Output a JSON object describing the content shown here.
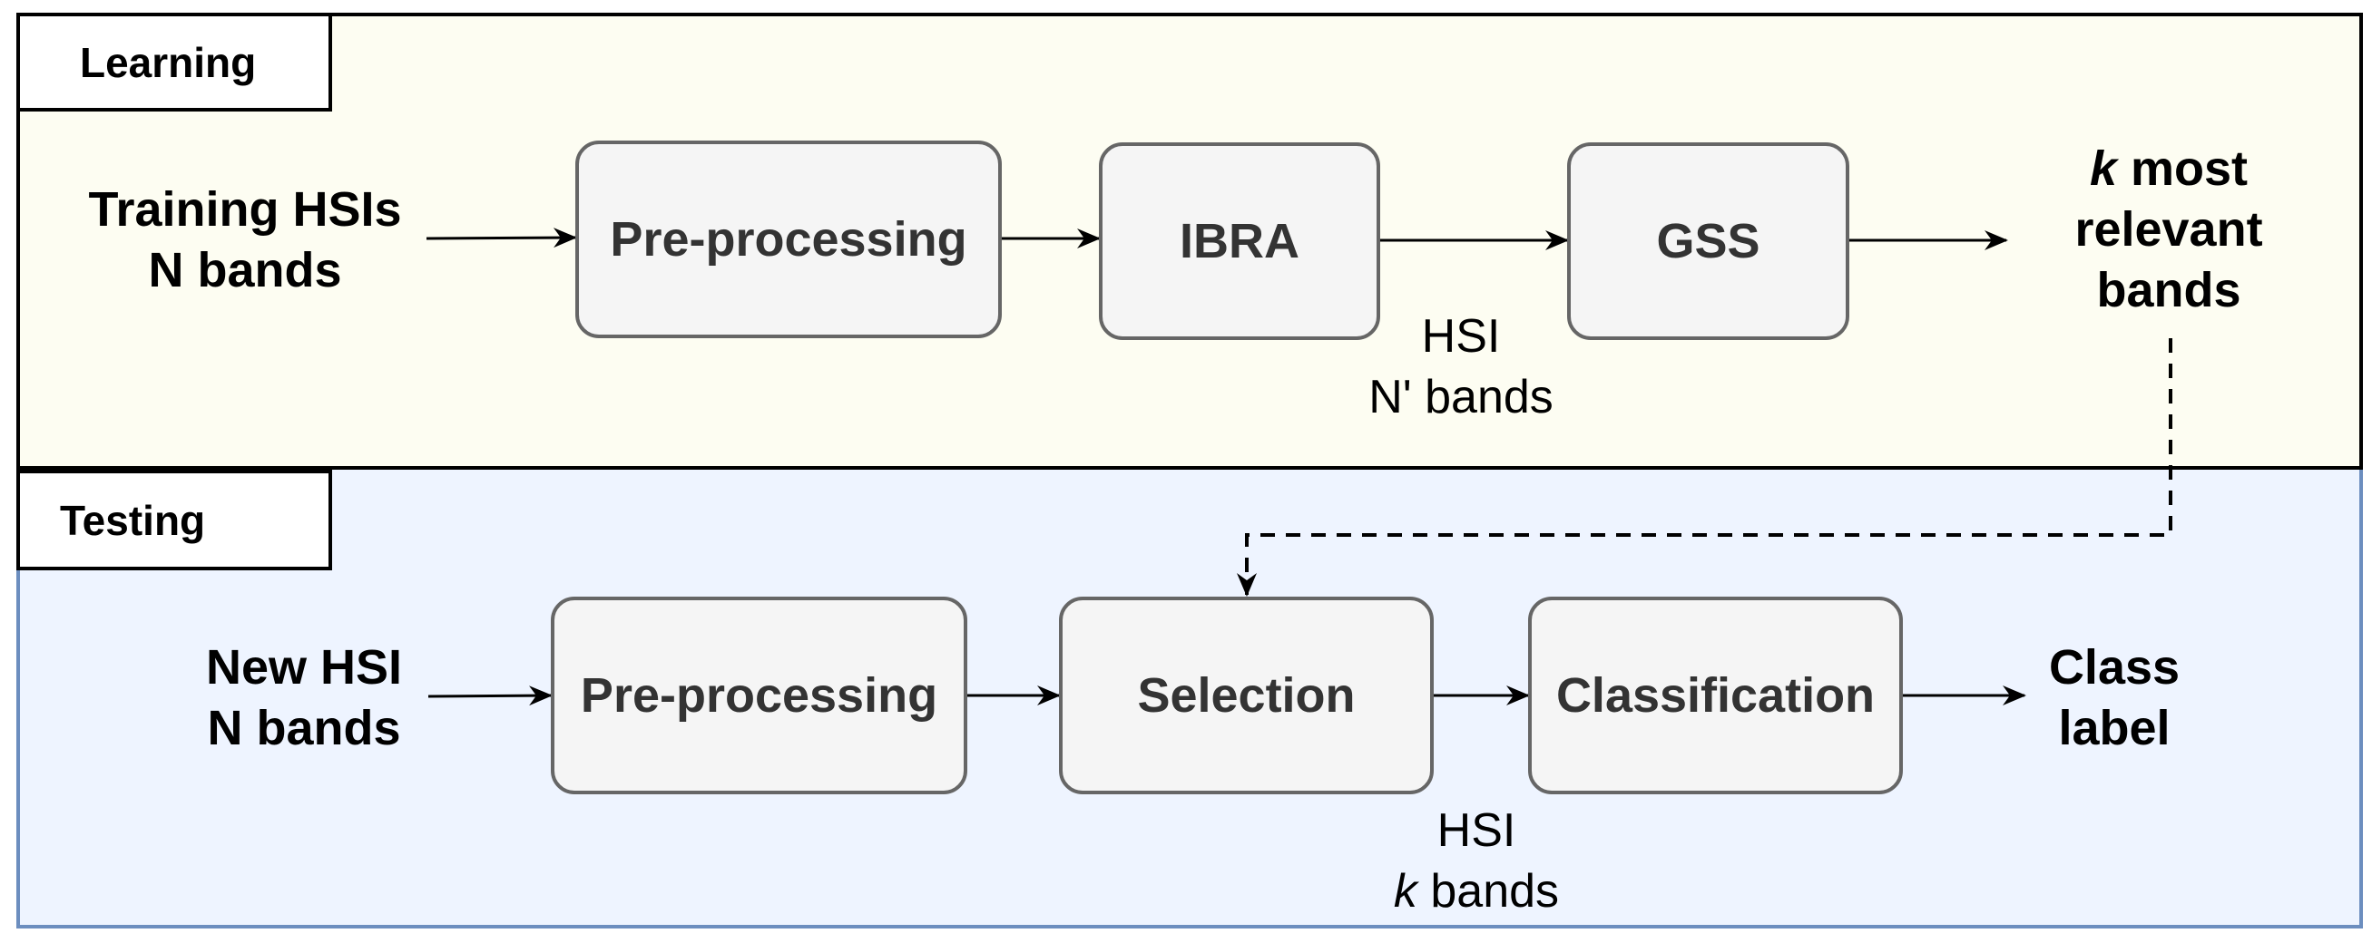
{
  "learning": {
    "tab_label": "Learning",
    "input_lines": [
      "Training HSIs",
      "N bands"
    ],
    "steps": [
      "Pre-processing",
      "IBRA",
      "GSS"
    ],
    "intermediate_lines": [
      "HSI",
      "N' bands"
    ],
    "output": {
      "k": "k",
      "line1_rest": " most",
      "line2": "relevant",
      "line3": "bands"
    }
  },
  "testing": {
    "tab_label": "Testing",
    "input_lines": [
      "New HSI",
      "N bands"
    ],
    "steps": [
      "Pre-processing",
      "Selection",
      "Classification"
    ],
    "intermediate": {
      "line1": "HSI",
      "k": "k",
      "line2_rest": " bands"
    },
    "output_lines": [
      "Class",
      "label"
    ]
  },
  "colors": {
    "learning_bg": "#fdfdf2",
    "testing_bg": "#eef4ff",
    "testing_border": "#6c8ebf",
    "box_fill": "#f5f5f5",
    "box_border": "#666666"
  }
}
